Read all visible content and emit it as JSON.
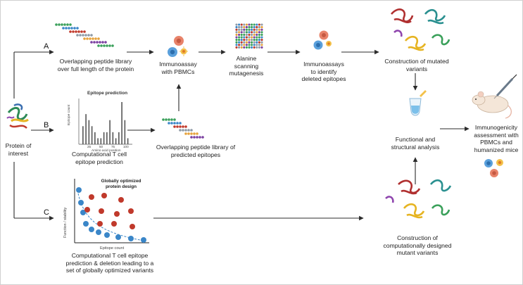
{
  "labels": {
    "protein_of_interest": "Protein of interest",
    "peptide_library_full": "Overlapping peptide library over full length of the protein",
    "immunoassay_pbmc": "Immunoassay with PBMCs",
    "alanine_scanning": "Alanine scanning mutagenesis",
    "immunoassays_identify": "Immunoassays to identify deleted epitopes",
    "construction_mutated": "Construction of mutated variants",
    "computational_prediction": "Computational T cell epitope prediction",
    "peptide_library_predicted": "Overlapping peptide library of predicted epitopes",
    "functional_structural": "Functional and structural analysis",
    "immunogenicity": "Immunogenicity assessment with PBMCs and humanized mice",
    "computational_deletion": "Computational T cell epitope prediction & deletion leading to a set of globally optimized variants",
    "construction_designed": "Construction of computationally designed mutant variants"
  },
  "branches": {
    "a": "A",
    "b": "B",
    "c": "C"
  },
  "epitope_chart": {
    "title": "Epitope prediction",
    "ylabel": "Epitope count",
    "xlabel": "Amino acid position",
    "ticks": [
      "25",
      "50",
      "75",
      "100"
    ],
    "bars": [
      3,
      5,
      4,
      3,
      2,
      1,
      1,
      2,
      2,
      4,
      2,
      1,
      2,
      7,
      4,
      1
    ]
  },
  "optimization_chart": {
    "title": "Globally optimized protein design",
    "ylabel": "Function / stability",
    "xlabel": "Epitope count"
  },
  "colors": {
    "arrow": "#2b2b2b",
    "blue_dot": "#3a86c8",
    "red_dot": "#c0392b",
    "bar": "#555555"
  }
}
